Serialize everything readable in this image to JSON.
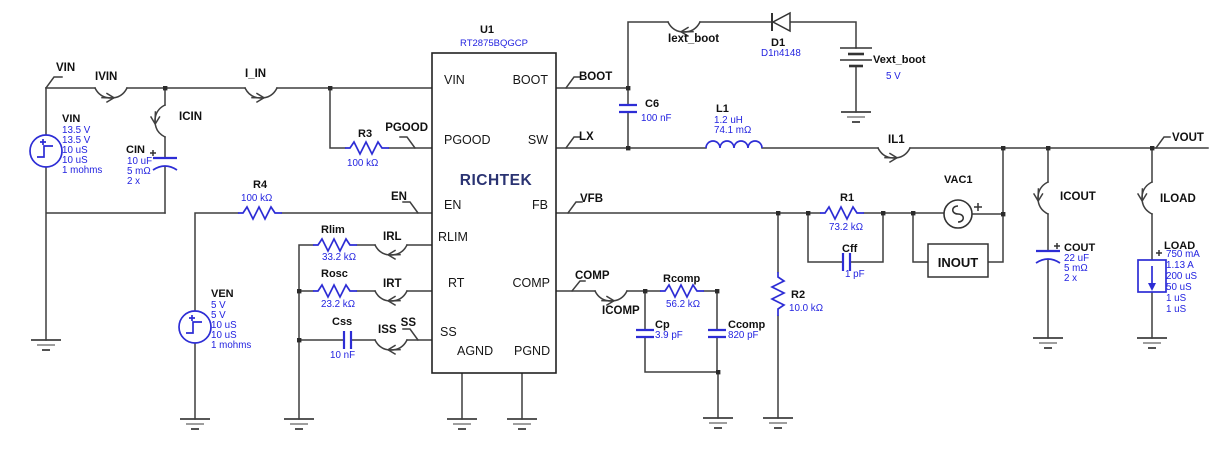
{
  "schematic": {
    "chip": {
      "ref": "U1",
      "part": "RT2875BQGCP",
      "logo": "RICHTEK",
      "pins": {
        "vin": "VIN",
        "pgood": "PGOOD",
        "en": "EN",
        "rlim": "RLIM",
        "rt": "RT",
        "ss": "SS",
        "boot": "BOOT",
        "sw": "SW",
        "fb": "FB",
        "comp": "COMP",
        "agnd": "AGND",
        "pgnd": "PGND"
      }
    },
    "flags": {
      "vin": "VIN",
      "pgood": "PGOOD",
      "en": "EN",
      "ss": "SS",
      "boot": "BOOT",
      "lx": "LX",
      "vfb": "VFB",
      "comp": "COMP",
      "vout": "VOUT"
    },
    "probes": {
      "ivin": "IVIN",
      "icin": "ICIN",
      "iin": "I_IN",
      "irl": "IRL",
      "irt": "IRT",
      "iss": "ISS",
      "iext_boot": "Iext_boot",
      "il1": "IL1",
      "icomp": "ICOMP",
      "icout": "ICOUT",
      "iload": "ILOAD"
    },
    "components": {
      "vin_source": {
        "name": "VIN",
        "values": [
          "13.5 V",
          "13.5 V",
          "10 uS",
          "10 uS",
          "1 mohms"
        ]
      },
      "cin": {
        "name": "CIN",
        "values": [
          "10 uF",
          "5 mΩ",
          "2 x"
        ]
      },
      "ven_source": {
        "name": "VEN",
        "values": [
          "5 V",
          "5 V",
          "10 uS",
          "10 uS",
          "1 mohms"
        ]
      },
      "r3": {
        "name": "R3",
        "value": "100 kΩ"
      },
      "r4": {
        "name": "R4",
        "value": "100 kΩ"
      },
      "rlim": {
        "name": "Rlim",
        "value": "33.2 kΩ"
      },
      "rosc": {
        "name": "Rosc",
        "value": "23.2 kΩ"
      },
      "css": {
        "name": "Css",
        "value": "10 nF"
      },
      "c6": {
        "name": "C6",
        "value": "100 nF"
      },
      "l1": {
        "name": "L1",
        "values": [
          "1.2 uH",
          "74.1 mΩ"
        ]
      },
      "d1": {
        "name": "D1",
        "value": "D1n4148"
      },
      "vext_boot": {
        "name": "Vext_boot",
        "value": "5 V"
      },
      "r1": {
        "name": "R1",
        "value": "73.2 kΩ"
      },
      "cff": {
        "name": "Cff",
        "value": "1 pF"
      },
      "r2": {
        "name": "R2",
        "value": "10.0 kΩ"
      },
      "rcomp": {
        "name": "Rcomp",
        "value": "56.2 kΩ"
      },
      "cp": {
        "name": "Cp",
        "value": "3.9 pF"
      },
      "ccomp": {
        "name": "Ccomp",
        "value": "820 pF"
      },
      "vac1": {
        "name": "VAC1"
      },
      "inout_probe": {
        "label": "INOUT"
      },
      "cout": {
        "name": "COUT",
        "values": [
          "22 uF",
          "5 mΩ",
          "2 x"
        ]
      },
      "load": {
        "name": "LOAD",
        "values": [
          "750 mA",
          "1.13 A",
          "200 uS",
          "50 uS",
          "1 uS",
          "1 uS"
        ]
      }
    },
    "colors": {
      "wire": "#3f3f3f",
      "component_blue": "#2d2dd5",
      "value_text": "#2323e0",
      "label_text": "#111111",
      "logo_navy": "#2a3372",
      "background": "#ffffff"
    }
  }
}
